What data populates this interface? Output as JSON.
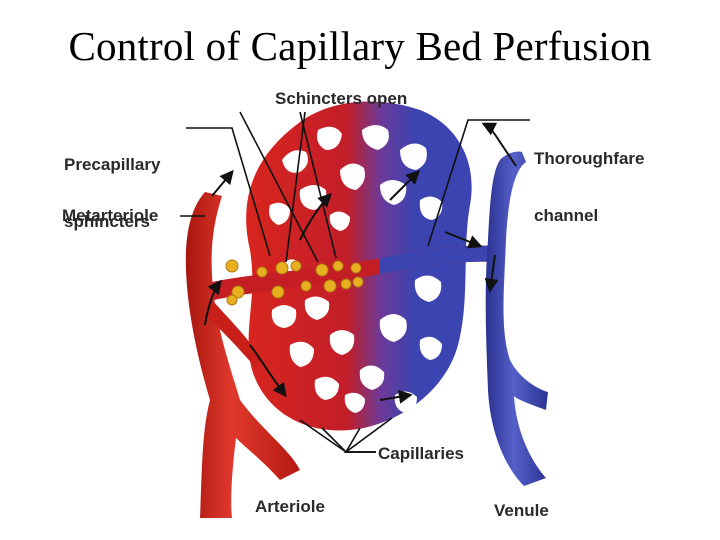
{
  "title": "Control of Capillary Bed Perfusion",
  "labels": {
    "sphincters_open": "Schincters open",
    "precapillary_line1": "Precapillary",
    "precapillary_line2": "sphincters",
    "thoroughfare_line1": "Thoroughfare",
    "thoroughfare_line2": "channel",
    "metarteriole": "Metarteriole",
    "capillaries": "Capillaries",
    "arteriole": "Arteriole",
    "venule": "Venule"
  },
  "colors": {
    "arterial": "#d8251e",
    "arterial_dark": "#9e1410",
    "venous": "#3b44b0",
    "venous_dark": "#222a78",
    "sphincter": "#e8b020",
    "leader": "#111111"
  }
}
